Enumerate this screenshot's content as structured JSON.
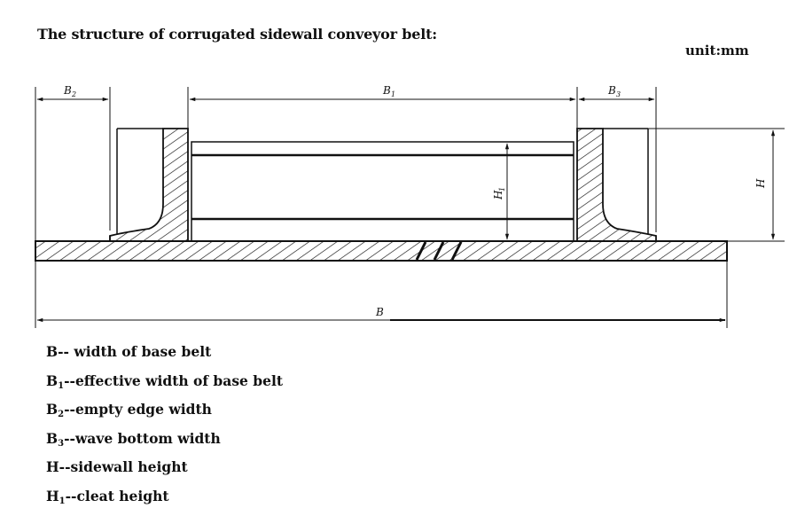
{
  "title": "The structure of corrugated sidewall conveyor belt:",
  "unit": "unit:mm",
  "dimensions": {
    "b2": {
      "main": "B",
      "sub": "2"
    },
    "b1": {
      "main": "B",
      "sub": "1"
    },
    "b3": {
      "main": "B",
      "sub": "3"
    },
    "h": {
      "main": "H"
    },
    "h1": {
      "main": "H",
      "sub": "1"
    },
    "b": {
      "main": "B"
    }
  },
  "legend": [
    {
      "symbol": "B",
      "sub": "",
      "text": "-- width of base belt"
    },
    {
      "symbol": "B",
      "sub": "1",
      "text": "--effective width of base belt"
    },
    {
      "symbol": "B",
      "sub": "2",
      "text": "--empty edge width"
    },
    {
      "symbol": "B",
      "sub": "3",
      "text": "--wave bottom width"
    },
    {
      "symbol": "H",
      "sub": "",
      "text": "--sidewall height"
    },
    {
      "symbol": "H",
      "sub": "1",
      "text": "--cleat height"
    }
  ]
}
